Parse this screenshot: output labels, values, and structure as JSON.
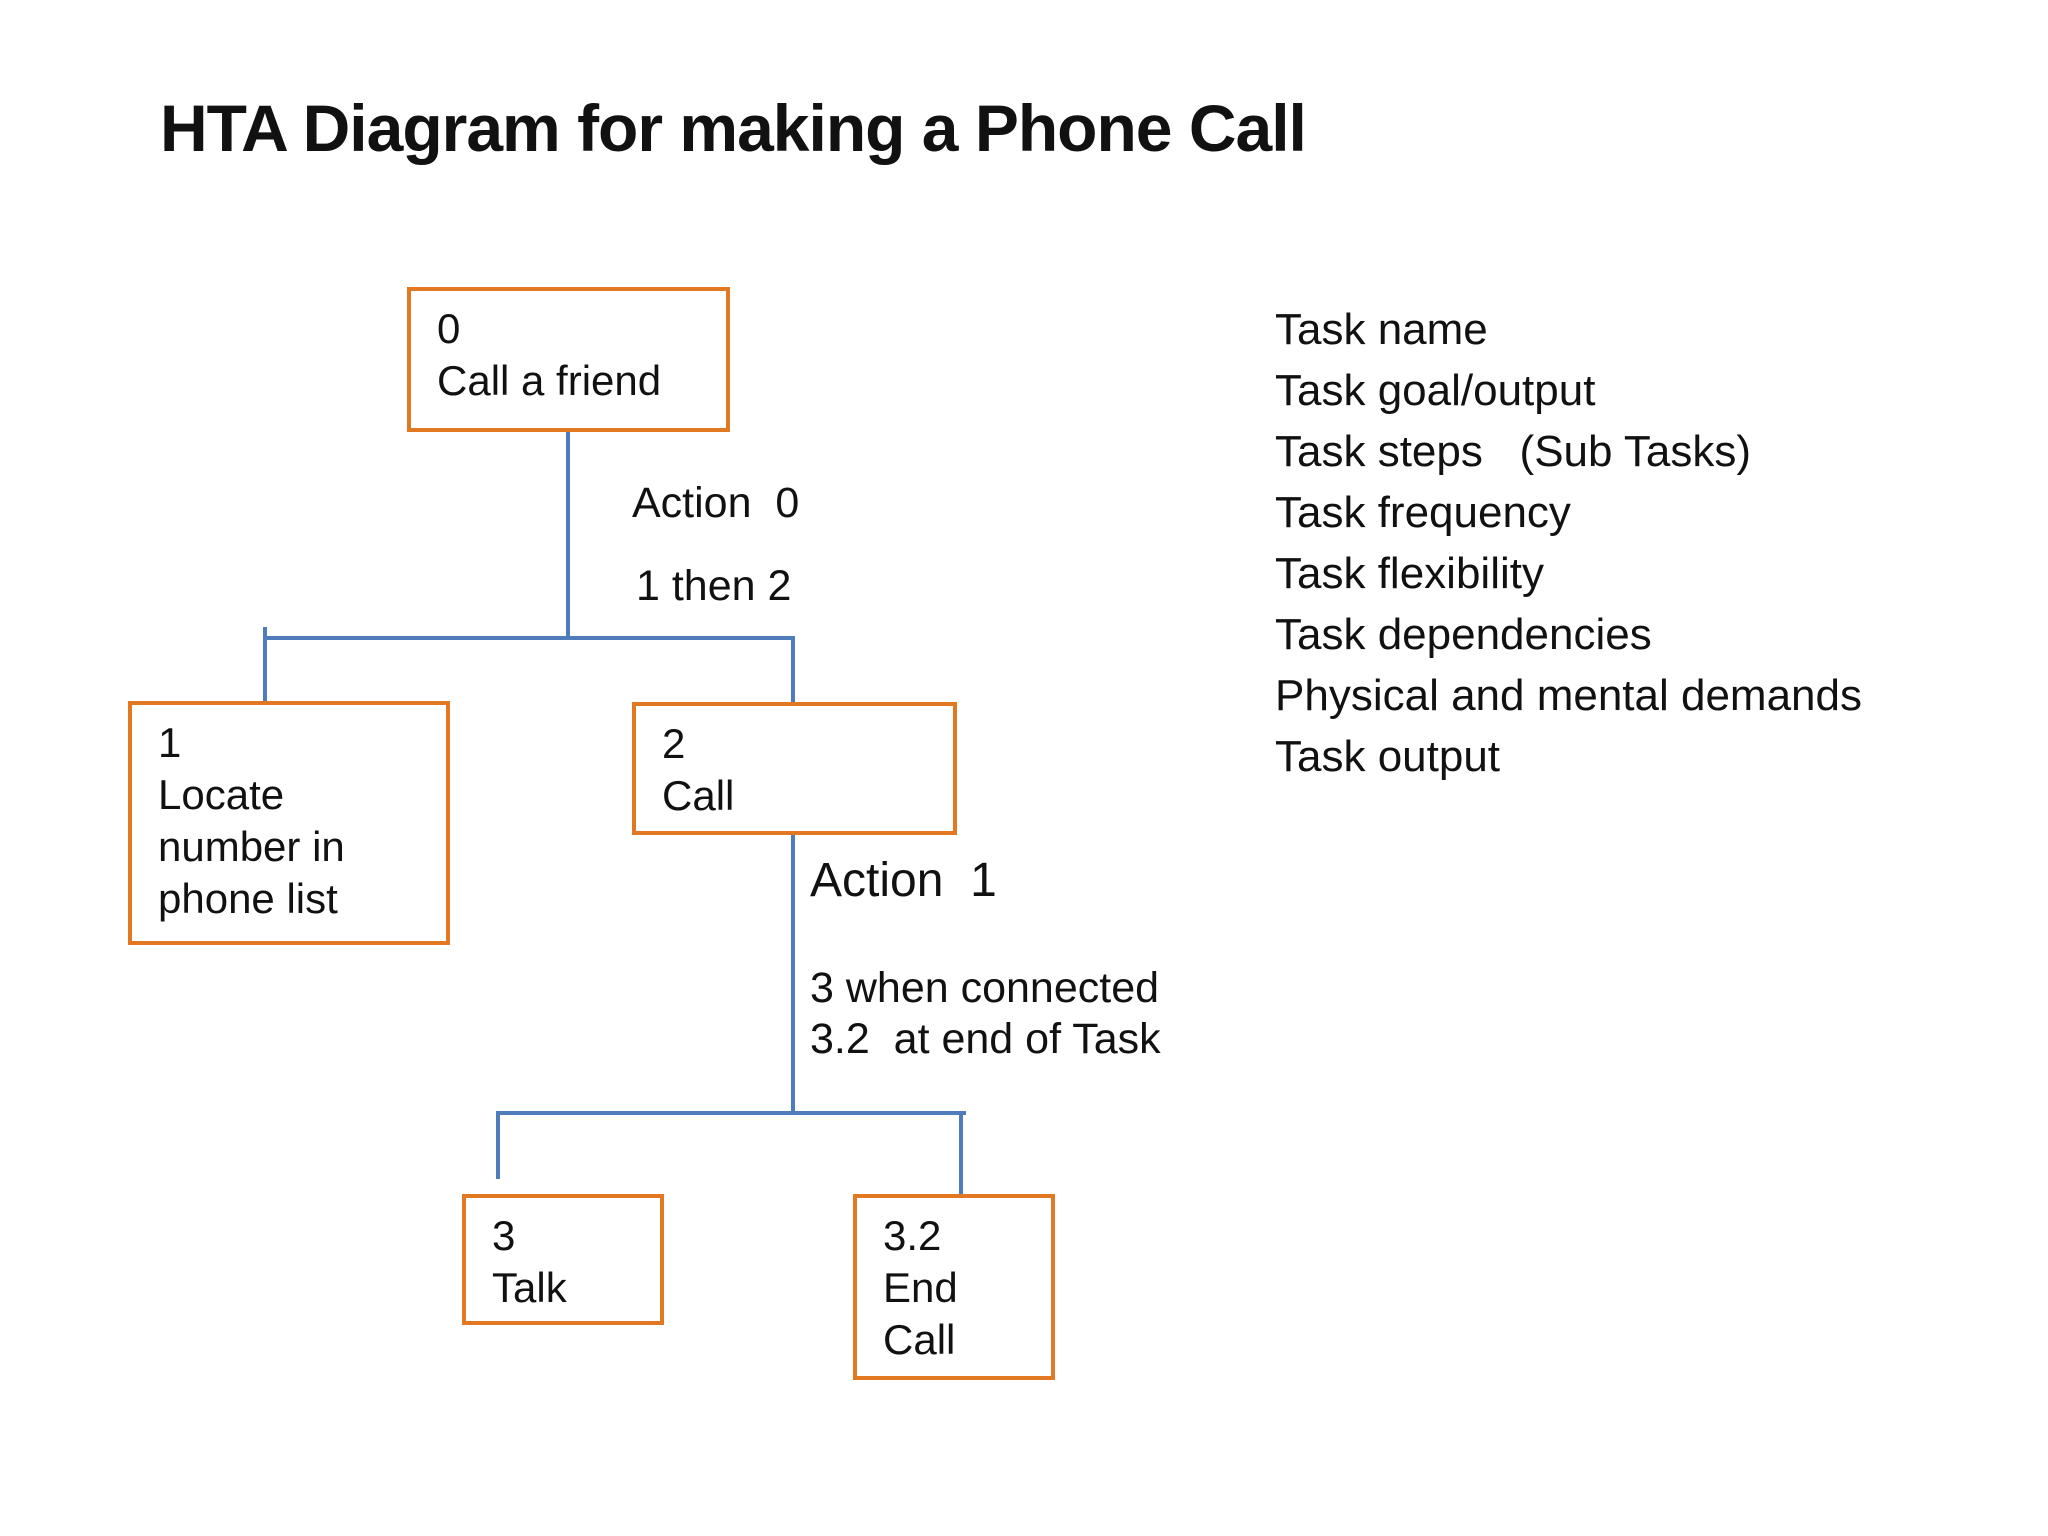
{
  "title": "HTA Diagram for making a Phone Call",
  "colors": {
    "box-border": "#e27822",
    "connector": "#4f7cba",
    "text": "#111111",
    "background": "#ffffff"
  },
  "diagram": {
    "nodes": {
      "root": {
        "lines": [
          "0",
          "Call a friend"
        ]
      },
      "n1": {
        "lines": [
          "1",
          "Locate",
          "number in",
          "phone list"
        ]
      },
      "n2": {
        "lines": [
          "2",
          "Call"
        ]
      },
      "n3": {
        "lines": [
          "3",
          "Talk"
        ]
      },
      "n3_2": {
        "lines": [
          "3.2",
          "End",
          "Call"
        ]
      }
    },
    "annotations": {
      "action0": "Action  0",
      "plan0": "1 then 2",
      "action1": "Action  1",
      "plan1_line1": "3 when connected",
      "plan1_line2": "3.2  at end of Task"
    }
  },
  "task_attributes": [
    "Task name",
    "Task goal/output",
    "Task steps   (Sub Tasks)",
    "Task frequency",
    "Task flexibility",
    "Task dependencies",
    "Physical and mental demands",
    "Task output"
  ]
}
